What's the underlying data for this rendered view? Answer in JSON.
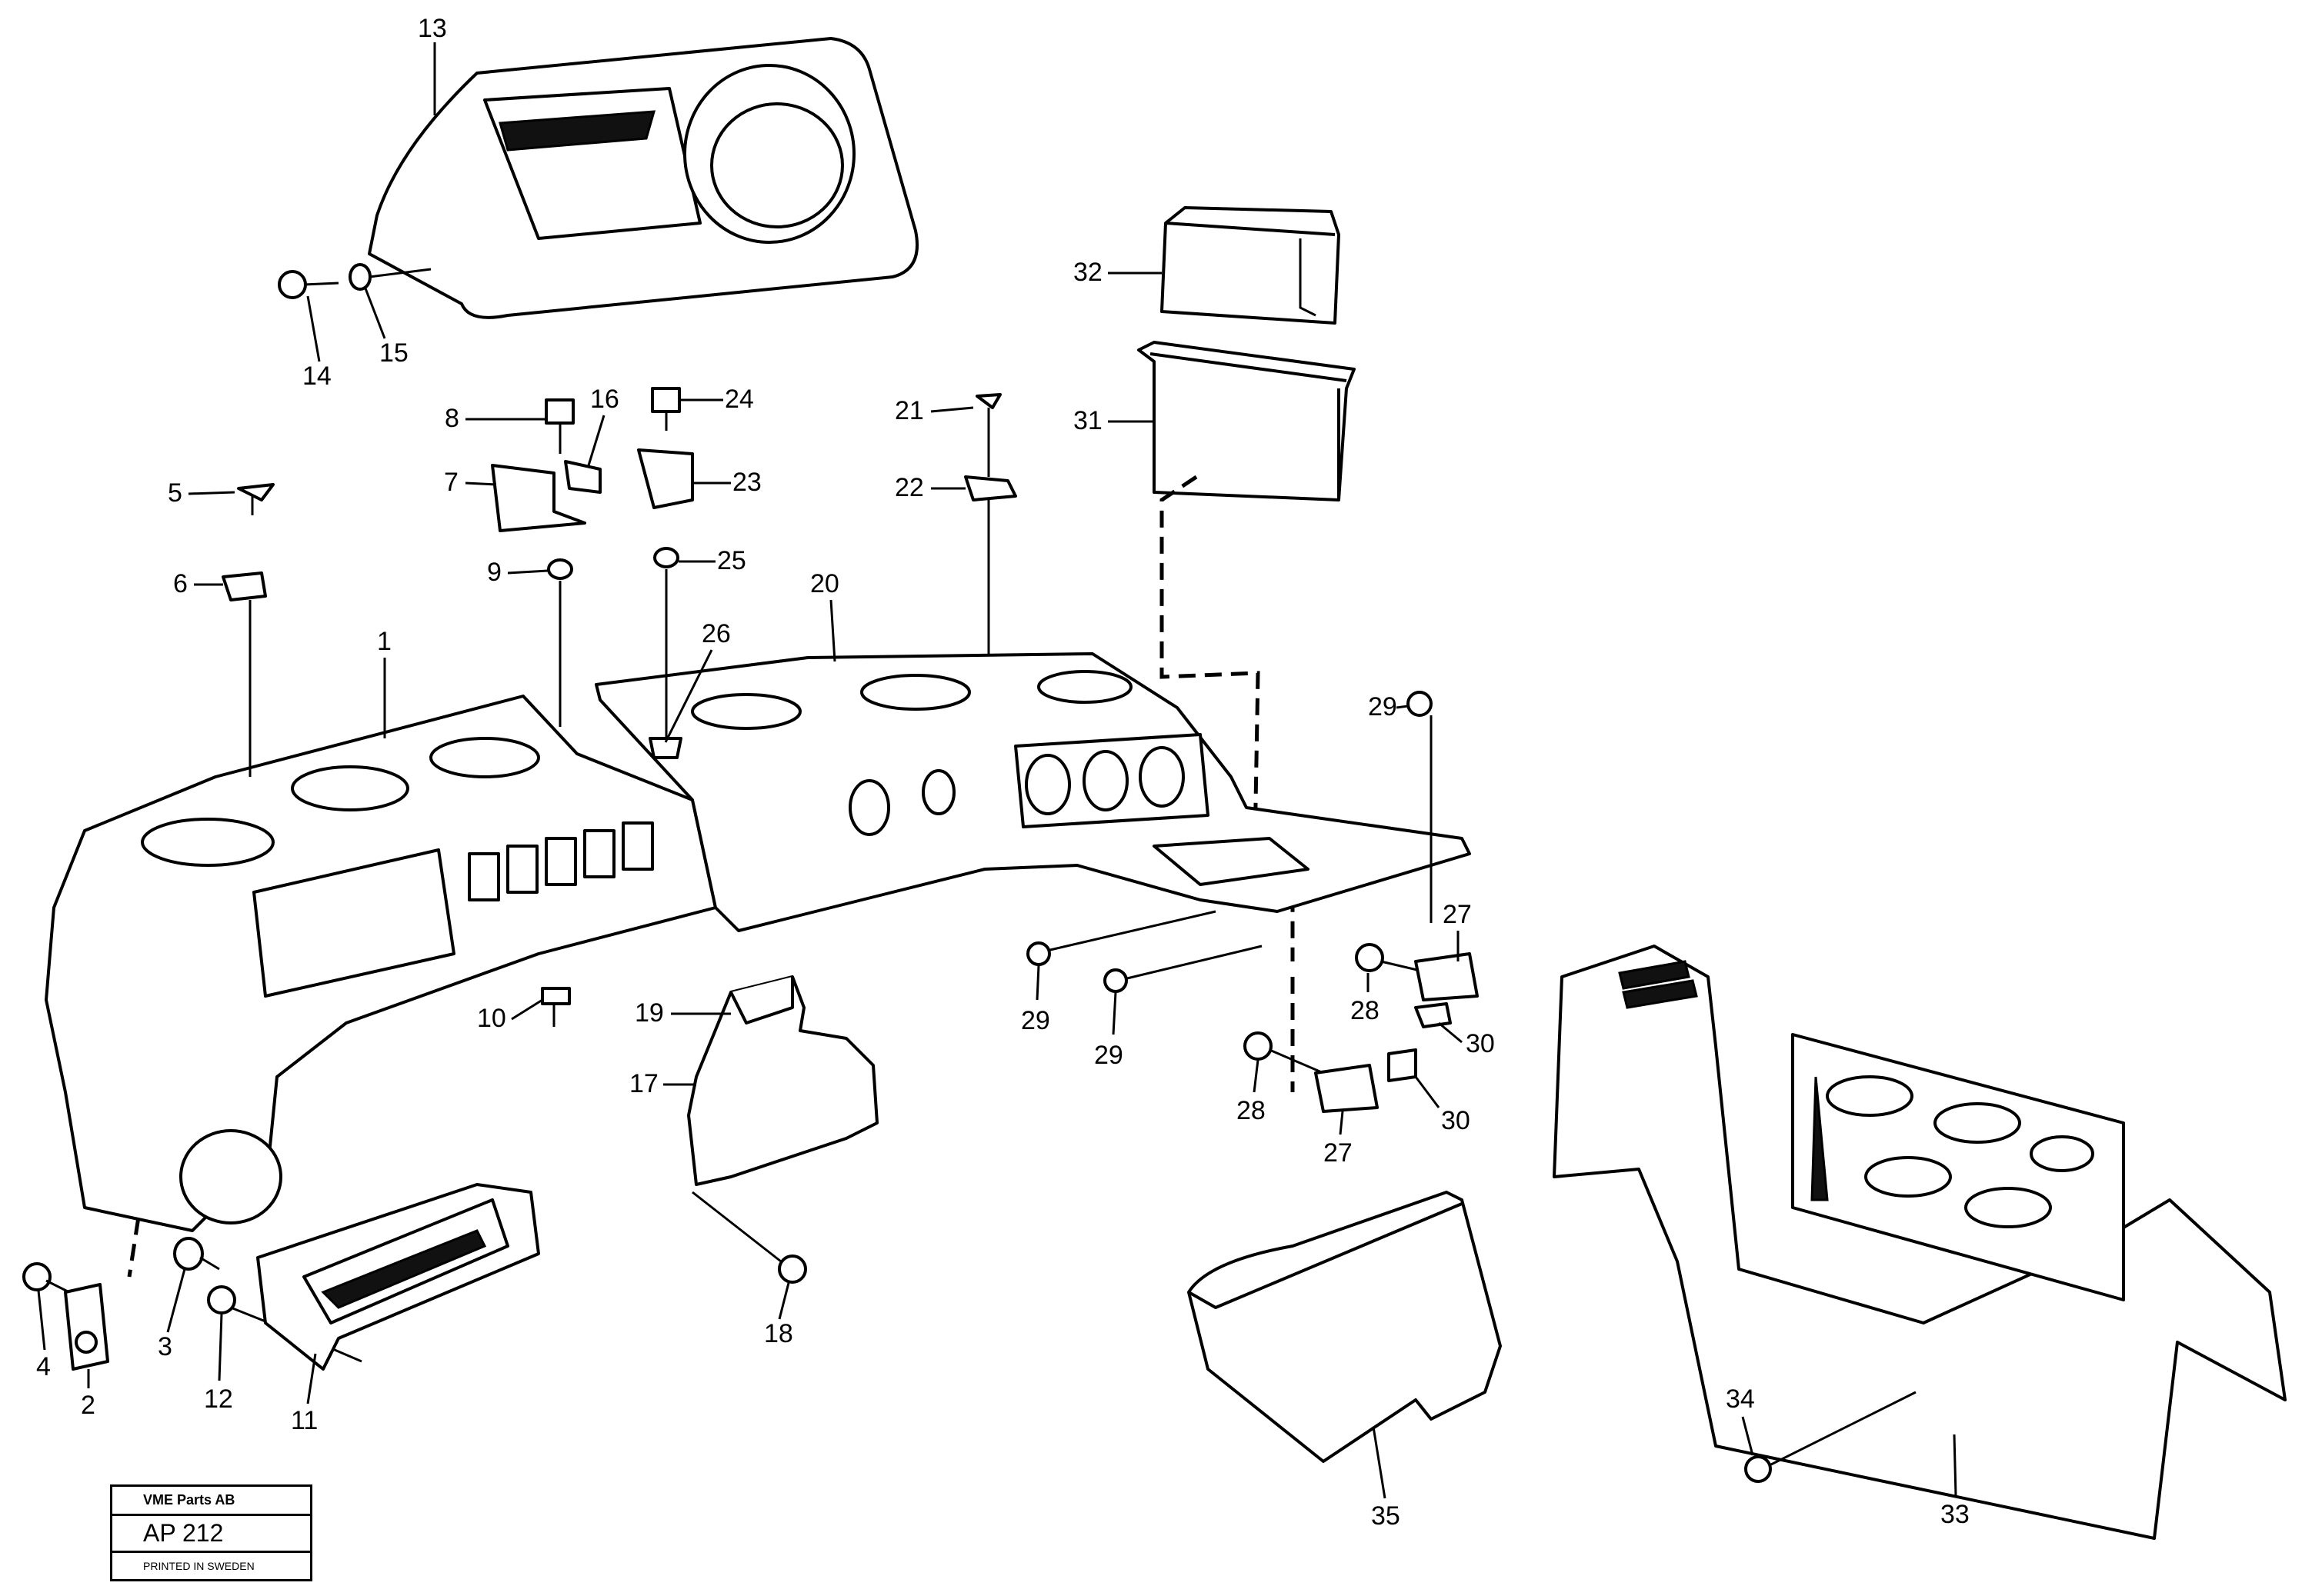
{
  "callouts": [
    {
      "id": "13",
      "text": "13"
    },
    {
      "id": "14",
      "text": "14"
    },
    {
      "id": "15",
      "text": "15"
    },
    {
      "id": "32",
      "text": "32"
    },
    {
      "id": "31",
      "text": "31"
    },
    {
      "id": "8",
      "text": "8"
    },
    {
      "id": "16",
      "text": "16"
    },
    {
      "id": "24",
      "text": "24"
    },
    {
      "id": "21",
      "text": "21"
    },
    {
      "id": "22",
      "text": "22"
    },
    {
      "id": "23",
      "text": "23"
    },
    {
      "id": "7",
      "text": "7"
    },
    {
      "id": "5",
      "text": "5"
    },
    {
      "id": "6",
      "text": "6"
    },
    {
      "id": "9",
      "text": "9"
    },
    {
      "id": "25",
      "text": "25"
    },
    {
      "id": "20",
      "text": "20"
    },
    {
      "id": "26",
      "text": "26"
    },
    {
      "id": "1",
      "text": "1"
    },
    {
      "id": "29a",
      "text": "29"
    },
    {
      "id": "27a",
      "text": "27"
    },
    {
      "id": "28a",
      "text": "28"
    },
    {
      "id": "30a",
      "text": "30"
    },
    {
      "id": "29b",
      "text": "29"
    },
    {
      "id": "29c",
      "text": "29"
    },
    {
      "id": "10",
      "text": "10"
    },
    {
      "id": "19",
      "text": "19"
    },
    {
      "id": "17",
      "text": "17"
    },
    {
      "id": "28b",
      "text": "28"
    },
    {
      "id": "30b",
      "text": "30"
    },
    {
      "id": "27b",
      "text": "27"
    },
    {
      "id": "18",
      "text": "18"
    },
    {
      "id": "3",
      "text": "3"
    },
    {
      "id": "4",
      "text": "4"
    },
    {
      "id": "2",
      "text": "2"
    },
    {
      "id": "12",
      "text": "12"
    },
    {
      "id": "11",
      "text": "11"
    },
    {
      "id": "34",
      "text": "34"
    },
    {
      "id": "35",
      "text": "35"
    },
    {
      "id": "33",
      "text": "33"
    }
  ],
  "stamp": {
    "company": "VME Parts AB",
    "code": "AP 212",
    "printed": "PRINTED IN SWEDEN"
  }
}
